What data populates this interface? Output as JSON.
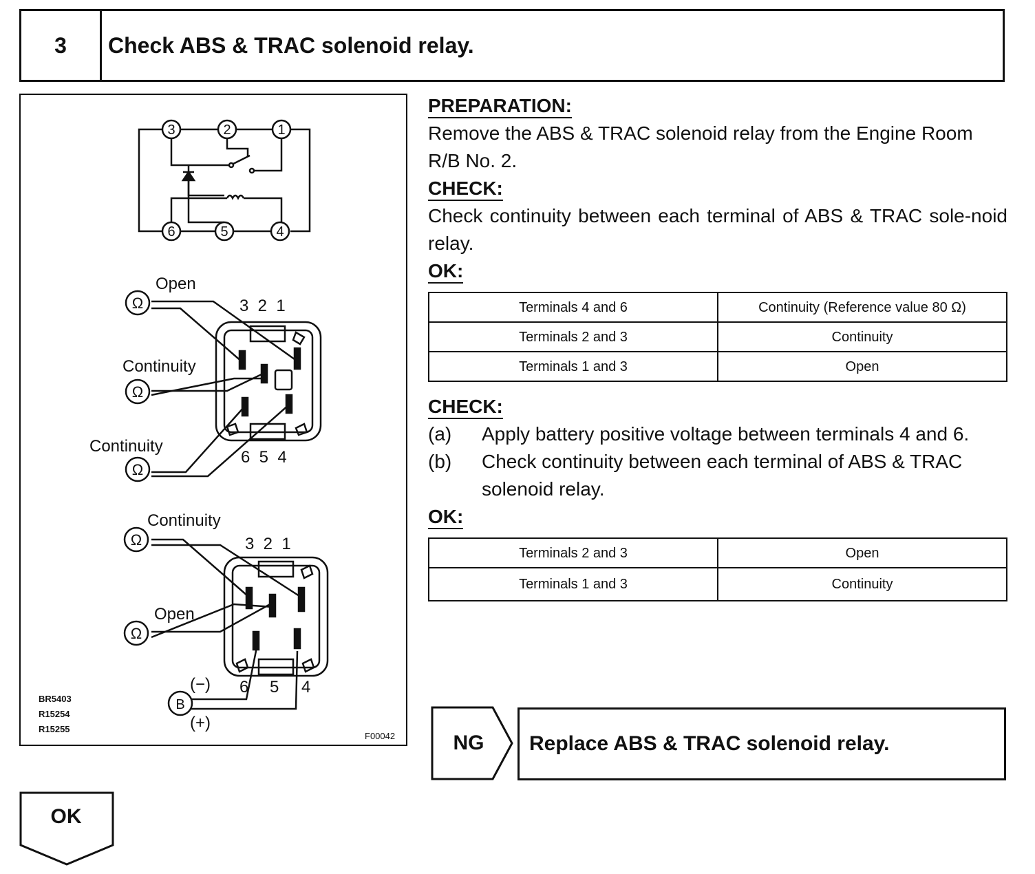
{
  "header": {
    "step_number": "3",
    "title": "Check ABS & TRAC solenoid relay."
  },
  "figure": {
    "circuit_terminals": [
      "3",
      "2",
      "1",
      "6",
      "5",
      "4"
    ],
    "top_labels": {
      "open": "Open",
      "continuity_1": "Continuity",
      "continuity_2": "Continuity",
      "top_numbers": "3  2  1",
      "bottom_numbers": "6  5  4"
    },
    "bottom_labels": {
      "continuity": "Continuity",
      "open": "Open",
      "top_numbers": "3  2  1",
      "minus": "(−)",
      "plus": "(+)",
      "battery": "B",
      "n6": "6",
      "n5": "5",
      "n4": "4"
    },
    "ohm_symbol": "Ω",
    "codes": [
      "BR5403",
      "R15254",
      "R15255"
    ],
    "figure_code": "F00042"
  },
  "content": {
    "preparation_heading": "PREPARATION:",
    "preparation_text": "Remove the ABS & TRAC solenoid relay from the Engine Room R/B No. 2.",
    "check1_heading": "CHECK:",
    "check1_text": "Check continuity between each terminal of ABS & TRAC sole-noid relay.",
    "ok1_heading": "OK:",
    "table1": [
      [
        "Terminals 4 and 6",
        "Continuity (Reference value 80 Ω)"
      ],
      [
        "Terminals 2 and 3",
        "Continuity"
      ],
      [
        "Terminals 1 and 3",
        "Open"
      ]
    ],
    "check2_heading": "CHECK:",
    "step_a_label": "(a)",
    "step_a_text": "Apply battery positive voltage between terminals 4 and 6.",
    "step_b_label": "(b)",
    "step_b_text": "Check continuity between each terminal of ABS & TRAC solenoid relay.",
    "ok2_heading": "OK:",
    "table2": [
      [
        "Terminals 2 and 3",
        "Open"
      ],
      [
        "Terminals 1 and 3",
        "Continuity"
      ]
    ]
  },
  "ng": {
    "label": "NG",
    "action": "Replace ABS & TRAC solenoid relay."
  },
  "ok": {
    "label": "OK"
  }
}
